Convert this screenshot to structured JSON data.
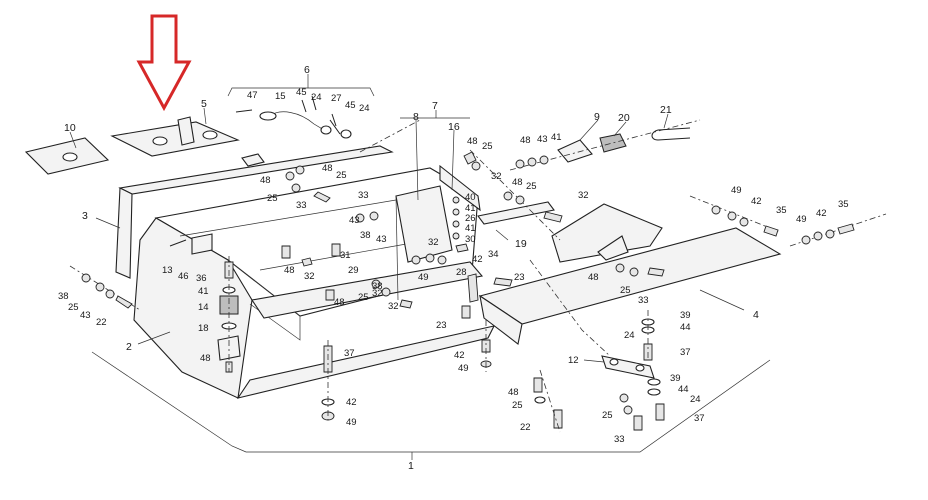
{
  "arrow_color": "#d62828",
  "callouts": [
    {
      "id": "lbl-10",
      "text": "10"
    },
    {
      "id": "lbl-5",
      "text": "5"
    },
    {
      "id": "lbl-6",
      "text": "6"
    },
    {
      "id": "lbl-47",
      "text": "47"
    },
    {
      "id": "lbl-15",
      "text": "15"
    },
    {
      "id": "lbl-45a",
      "text": "45"
    },
    {
      "id": "lbl-24a",
      "text": "24"
    },
    {
      "id": "lbl-27",
      "text": "27"
    },
    {
      "id": "lbl-45b",
      "text": "45"
    },
    {
      "id": "lbl-24b",
      "text": "24"
    },
    {
      "id": "lbl-7",
      "text": "7"
    },
    {
      "id": "lbl-8",
      "text": "8"
    },
    {
      "id": "lbl-16",
      "text": "16"
    },
    {
      "id": "lbl-48a",
      "text": "48"
    },
    {
      "id": "lbl-25a",
      "text": "25"
    },
    {
      "id": "lbl-48b",
      "text": "48"
    },
    {
      "id": "lbl-43a",
      "text": "43"
    },
    {
      "id": "lbl-41a",
      "text": "41"
    },
    {
      "id": "lbl-9",
      "text": "9"
    },
    {
      "id": "lbl-20",
      "text": "20"
    },
    {
      "id": "lbl-21",
      "text": "21"
    },
    {
      "id": "lbl-48c",
      "text": "48"
    },
    {
      "id": "lbl-48d",
      "text": "48"
    },
    {
      "id": "lbl-25b",
      "text": "25"
    },
    {
      "id": "lbl-25c",
      "text": "25"
    },
    {
      "id": "lbl-33a",
      "text": "33"
    },
    {
      "id": "lbl-33b",
      "text": "33"
    },
    {
      "id": "lbl-32a",
      "text": "32"
    },
    {
      "id": "lbl-48e",
      "text": "48"
    },
    {
      "id": "lbl-25d",
      "text": "25"
    },
    {
      "id": "lbl-40",
      "text": "40"
    },
    {
      "id": "lbl-41b",
      "text": "41"
    },
    {
      "id": "lbl-26",
      "text": "26"
    },
    {
      "id": "lbl-41c",
      "text": "41"
    },
    {
      "id": "lbl-30",
      "text": "30"
    },
    {
      "id": "lbl-32b",
      "text": "32"
    },
    {
      "id": "lbl-19",
      "text": "19"
    },
    {
      "id": "lbl-32c",
      "text": "32"
    },
    {
      "id": "lbl-49a",
      "text": "49"
    },
    {
      "id": "lbl-42a",
      "text": "42"
    },
    {
      "id": "lbl-35a",
      "text": "35"
    },
    {
      "id": "lbl-49b",
      "text": "49"
    },
    {
      "id": "lbl-42b",
      "text": "42"
    },
    {
      "id": "lbl-35b",
      "text": "35"
    },
    {
      "id": "lbl-3",
      "text": "3"
    },
    {
      "id": "lbl-13",
      "text": "13"
    },
    {
      "id": "lbl-46",
      "text": "46"
    },
    {
      "id": "lbl-36",
      "text": "36"
    },
    {
      "id": "lbl-43b",
      "text": "43"
    },
    {
      "id": "lbl-38a",
      "text": "38"
    },
    {
      "id": "lbl-31",
      "text": "31"
    },
    {
      "id": "lbl-48f",
      "text": "48"
    },
    {
      "id": "lbl-32d",
      "text": "32"
    },
    {
      "id": "lbl-29",
      "text": "29"
    },
    {
      "id": "lbl-43c",
      "text": "43"
    },
    {
      "id": "lbl-38b",
      "text": "38"
    },
    {
      "id": "lbl-32e",
      "text": "32"
    },
    {
      "id": "lbl-34",
      "text": "34"
    },
    {
      "id": "lbl-42c",
      "text": "42"
    },
    {
      "id": "lbl-49c",
      "text": "49"
    },
    {
      "id": "lbl-28",
      "text": "28"
    },
    {
      "id": "lbl-23a",
      "text": "23"
    },
    {
      "id": "lbl-48g",
      "text": "48"
    },
    {
      "id": "lbl-25e",
      "text": "25"
    },
    {
      "id": "lbl-33c",
      "text": "33"
    },
    {
      "id": "lbl-4",
      "text": "4"
    },
    {
      "id": "lbl-38c",
      "text": "38"
    },
    {
      "id": "lbl-25f",
      "text": "25"
    },
    {
      "id": "lbl-43d",
      "text": "43"
    },
    {
      "id": "lbl-22a",
      "text": "22"
    },
    {
      "id": "lbl-41d",
      "text": "41"
    },
    {
      "id": "lbl-14",
      "text": "14"
    },
    {
      "id": "lbl-18",
      "text": "18"
    },
    {
      "id": "lbl-2",
      "text": "2"
    },
    {
      "id": "lbl-48h",
      "text": "48"
    },
    {
      "id": "lbl-48i",
      "text": "48"
    },
    {
      "id": "lbl-25g",
      "text": "25"
    },
    {
      "id": "lbl-32f",
      "text": "32"
    },
    {
      "id": "lbl-23b",
      "text": "23"
    },
    {
      "id": "lbl-39a",
      "text": "39"
    },
    {
      "id": "lbl-24c",
      "text": "24"
    },
    {
      "id": "lbl-44a",
      "text": "44"
    },
    {
      "id": "lbl-37a",
      "text": "37"
    },
    {
      "id": "lbl-37b",
      "text": "37"
    },
    {
      "id": "lbl-42d",
      "text": "42"
    },
    {
      "id": "lbl-49d",
      "text": "49"
    },
    {
      "id": "lbl-12",
      "text": "12"
    },
    {
      "id": "lbl-39b",
      "text": "39"
    },
    {
      "id": "lbl-44b",
      "text": "44"
    },
    {
      "id": "lbl-24d",
      "text": "24"
    },
    {
      "id": "lbl-48j",
      "text": "48"
    },
    {
      "id": "lbl-25h",
      "text": "25"
    },
    {
      "id": "lbl-22b",
      "text": "22"
    },
    {
      "id": "lbl-37c",
      "text": "37"
    },
    {
      "id": "lbl-25i",
      "text": "25"
    },
    {
      "id": "lbl-33d",
      "text": "33"
    },
    {
      "id": "lbl-42e",
      "text": "42"
    },
    {
      "id": "lbl-49e",
      "text": "49"
    },
    {
      "id": "lbl-1",
      "text": "1"
    }
  ]
}
